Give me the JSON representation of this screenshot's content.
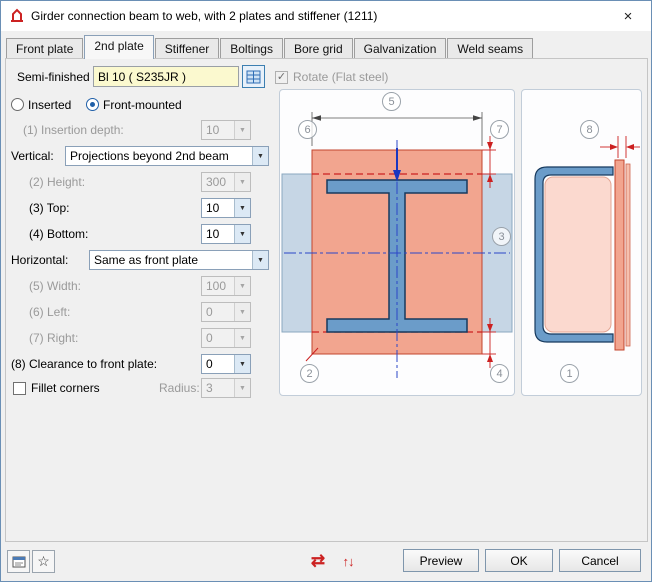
{
  "window": {
    "title": "Girder connection beam to web, with 2 plates and stiffener (1211)"
  },
  "icons": {
    "close": "×",
    "dropdown": "▼",
    "check": "✓",
    "swap_arrows": "⇄",
    "up_down_arrows": "↑↓",
    "star": "☆"
  },
  "tabs": [
    {
      "label": "Front plate"
    },
    {
      "label": "2nd plate"
    },
    {
      "label": "Stiffener"
    },
    {
      "label": "Boltings"
    },
    {
      "label": "Bore grid"
    },
    {
      "label": "Galvanization"
    },
    {
      "label": "Weld seams"
    }
  ],
  "form": {
    "semi_finished_label": "Semi-finished",
    "semi_finished_value": "Bl 10 ( S235JR )",
    "rotate_label": "Rotate (Flat steel)",
    "radio_inserted": "Inserted",
    "radio_front_mounted": "Front-mounted",
    "insertion_depth": {
      "label": "(1) Insertion depth:",
      "value": "10"
    },
    "vertical": {
      "label": "Vertical:",
      "value": "Projections beyond 2nd beam"
    },
    "height": {
      "label": "(2) Height:",
      "value": "300"
    },
    "top": {
      "label": "(3) Top:",
      "value": "10"
    },
    "bottom": {
      "label": "(4) Bottom:",
      "value": "10"
    },
    "horizontal": {
      "label": "Horizontal:",
      "value": "Same as front plate"
    },
    "width": {
      "label": "(5) Width:",
      "value": "100"
    },
    "left": {
      "label": "(6) Left:",
      "value": "0"
    },
    "right": {
      "label": "(7) Right:",
      "value": "0"
    },
    "clearance": {
      "label": "(8) Clearance to front plate:",
      "value": "0"
    },
    "fillet_label": "Fillet corners",
    "radius": {
      "label": "Radius:",
      "value": "3"
    }
  },
  "diagram_main": {
    "markers": [
      {
        "label": "5"
      },
      {
        "label": "6"
      },
      {
        "label": "7"
      },
      {
        "label": "3"
      },
      {
        "label": "2"
      },
      {
        "label": "4"
      }
    ]
  },
  "diagram_side": {
    "markers": [
      {
        "label": "8"
      },
      {
        "label": "1"
      }
    ]
  },
  "footer": {
    "preview_label": "Preview",
    "ok_label": "OK",
    "cancel_label": "Cancel"
  },
  "colors": {
    "plate_fill": "#f2a58f",
    "beam_fill": "#6b9cc9",
    "beam_band_fill": "#c6d6e5",
    "dimension_red": "#cc2020",
    "centerline_blue": "#2b46c8",
    "accent_blue": "#1f5fa8",
    "field_yellow": "#fbf9cf"
  }
}
